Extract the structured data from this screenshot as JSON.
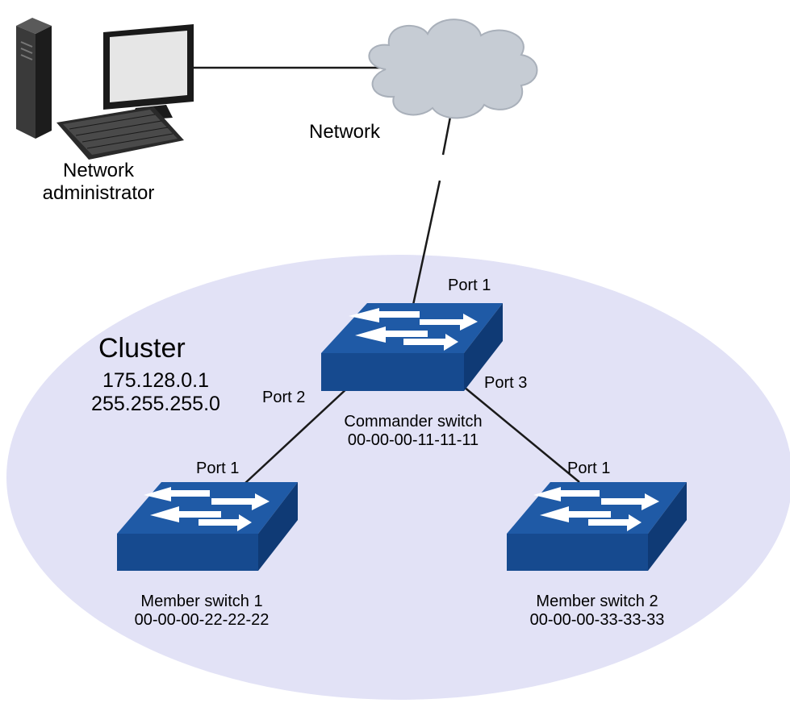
{
  "admin": {
    "line1": "Network",
    "line2": "administrator"
  },
  "network": {
    "label": "Network"
  },
  "cluster": {
    "title": "Cluster",
    "ip": "175.128.0.1",
    "mask": "255.255.255.0"
  },
  "commander": {
    "name": "Commander switch",
    "mac": "00-00-00-11-11-11",
    "port_uplink": "Port 1",
    "port_left": "Port 2",
    "port_right": "Port 3"
  },
  "member1": {
    "name": "Member switch 1",
    "mac": "00-00-00-22-22-22",
    "port": "Port 1"
  },
  "member2": {
    "name": "Member switch 2",
    "mac": "00-00-00-33-33-33",
    "port": "Port 1"
  },
  "colors": {
    "cluster_fill": "#e2e2f6",
    "switch_top": "#1f5aa6",
    "switch_front": "#164a8f",
    "switch_side": "#0f3a75",
    "cloud_fill": "#c6ccd4",
    "line": "#1a1a1a"
  },
  "icons": [
    "computer-icon",
    "cloud-icon",
    "switch-icon"
  ]
}
